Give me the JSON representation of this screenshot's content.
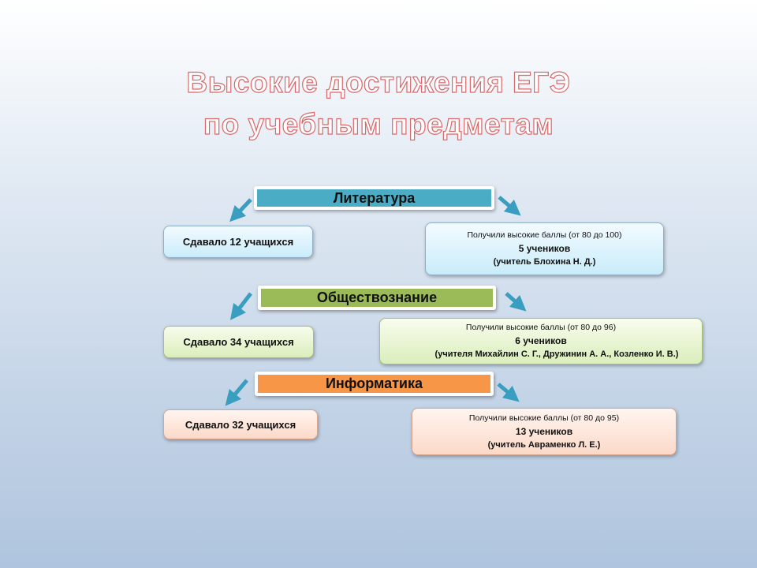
{
  "title": {
    "line1": "Высокие достижения ЕГЭ",
    "line2": "по учебным предметам"
  },
  "subjects": [
    {
      "name": "Литература",
      "color": "#4bacc6",
      "taken": "Сдавало 12 учащихся",
      "high_label": "Получили высокие баллы (от 80 до 100)",
      "count": "5 учеников",
      "teachers": "(учитель Блохина Н. Д.)"
    },
    {
      "name": "Обществознание",
      "color": "#9bbb59",
      "taken": "Сдавало 34 учащихся",
      "high_label": "Получили высокие баллы (от 80 до 96)",
      "count": "6 учеников",
      "teachers": "(учителя Михайлин С. Г., Дружинин А. А., Козленко И. В.)"
    },
    {
      "name": "Информатика",
      "color": "#f79646",
      "taken": "Сдавало 32 учащихся",
      "high_label": "Получили высокие баллы (от 80 до 95)",
      "count": "13 учеников",
      "teachers": "(учитель Авраменко Л. Е.)"
    }
  ],
  "arrow_color": "#3a9ec0"
}
